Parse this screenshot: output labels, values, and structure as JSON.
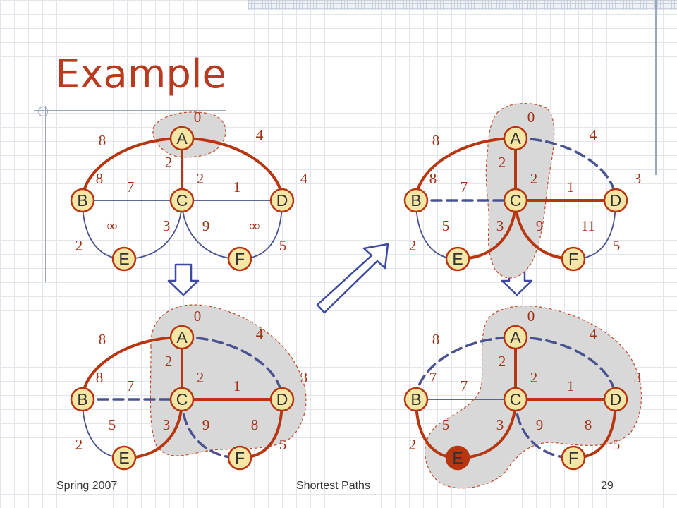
{
  "slide": {
    "title": "Example",
    "footer_left": "Spring 2007",
    "footer_center": "Shortest Paths",
    "footer_right": "29"
  },
  "colors": {
    "tree_edge": "#b8360f",
    "plain_edge": "#4a5290",
    "node_fill": "#f6e6a6",
    "node_stroke": "#b8360f",
    "cloud_fill": "#d8d8d8",
    "cloud_stroke": "#c24a2a",
    "label": "#a03015",
    "arrow_stroke": "#3b4aa0"
  },
  "graphs": [
    {
      "name": "graph-step-1",
      "node_labels": {
        "A": "A",
        "B": "B",
        "C": "C",
        "D": "D",
        "E": "E",
        "F": "F"
      },
      "tree_edges": [
        "AB",
        "AC",
        "AD"
      ],
      "dashed_edges": [],
      "distances": {
        "A": "0",
        "B": "8",
        "C": "2",
        "D": "4",
        "E": "∞",
        "F": "∞"
      },
      "weights": {
        "AB": "8",
        "AD": "4",
        "AC": "2",
        "BC": "7",
        "CD": "1",
        "BE": "2",
        "CE": "3",
        "CF": "9",
        "DF": "5"
      },
      "highlight_nodes": [],
      "cloud": "step1"
    },
    {
      "name": "graph-step-2",
      "node_labels": {
        "A": "A",
        "B": "B",
        "C": "C",
        "D": "D",
        "E": "E",
        "F": "F"
      },
      "tree_edges": [
        "AB",
        "AC",
        "CD",
        "CE",
        "CF"
      ],
      "dashed_edges": [
        "AD",
        "BC"
      ],
      "distances": {
        "A": "0",
        "B": "8",
        "C": "2",
        "D": "3",
        "E": "5",
        "F": "11"
      },
      "weights": {
        "AB": "8",
        "AD": "4",
        "AC": "2",
        "BC": "7",
        "CD": "1",
        "BE": "2",
        "CE": "3",
        "CF": "9",
        "DF": "5"
      },
      "highlight_nodes": [],
      "cloud": "step2"
    },
    {
      "name": "graph-step-3",
      "node_labels": {
        "A": "A",
        "B": "B",
        "C": "C",
        "D": "D",
        "E": "E",
        "F": "F"
      },
      "tree_edges": [
        "AB",
        "AC",
        "CD",
        "CE",
        "DF"
      ],
      "dashed_edges": [
        "AD",
        "BC",
        "CF"
      ],
      "distances": {
        "A": "0",
        "B": "8",
        "C": "2",
        "D": "3",
        "E": "5",
        "F": "8"
      },
      "weights": {
        "AB": "8",
        "AD": "4",
        "AC": "2",
        "BC": "7",
        "CD": "1",
        "BE": "2",
        "CE": "3",
        "CF": "9",
        "DF": "5"
      },
      "highlight_nodes": [],
      "cloud": "step3"
    },
    {
      "name": "graph-step-4",
      "node_labels": {
        "A": "A",
        "B": "B",
        "C": "C",
        "D": "D",
        "E": "E",
        "F": "F"
      },
      "tree_edges": [
        "AC",
        "CD",
        "CE",
        "DF",
        "BE"
      ],
      "dashed_edges": [
        "AD",
        "AB",
        "CF"
      ],
      "distances": {
        "A": "0",
        "B": "7",
        "C": "2",
        "D": "3",
        "E": "5",
        "F": "8"
      },
      "weights": {
        "AB": "8",
        "AD": "4",
        "AC": "2",
        "BC": "7",
        "CD": "1",
        "BE": "2",
        "CE": "3",
        "CF": "9",
        "DF": "5"
      },
      "highlight_nodes": [
        "E"
      ],
      "cloud": "step4"
    }
  ]
}
